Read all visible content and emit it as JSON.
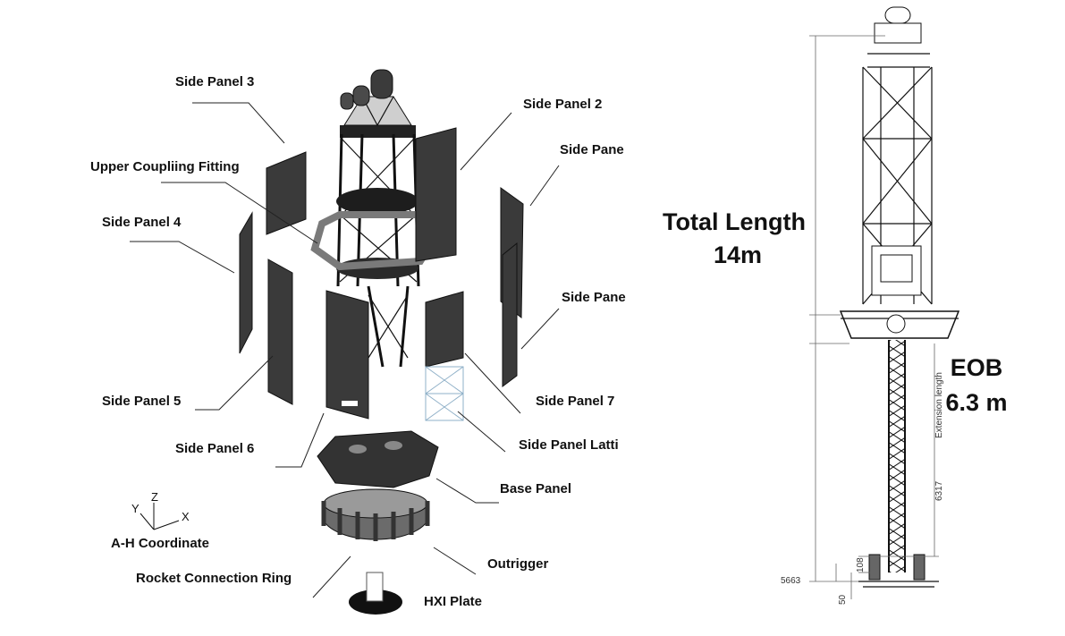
{
  "labels": {
    "side_panel_3": "Side Panel 3",
    "side_panel_2": "Side Panel 2",
    "side_panel_1": "Side Pane",
    "upper_coupling": "Upper Coupliing Fitting",
    "side_panel_4": "Side Panel 4",
    "side_panel_8": "Side Pane",
    "side_panel_5": "Side Panel 5",
    "side_panel_7": "Side Panel 7",
    "side_panel_6": "Side Panel 6",
    "side_panel_lattice": "Side Panel Latti",
    "base_panel": "Base Panel",
    "outrigger": "Outrigger",
    "rocket_ring": "Rocket Connection Ring",
    "hxi_plate": "HXI Plate",
    "coord_title": "A-H Coordinate",
    "axis_y": "Y",
    "axis_z": "Z",
    "axis_x": "X"
  },
  "right": {
    "total_length_line1": "Total Length",
    "total_length_line2": "14m",
    "eob_line1": "EOB",
    "eob_line2": "6.3 m",
    "dim_5663": "5663",
    "dim_108": "108",
    "dim_50": "50",
    "dim_6317": "6317",
    "ext_length": "Extension length"
  }
}
